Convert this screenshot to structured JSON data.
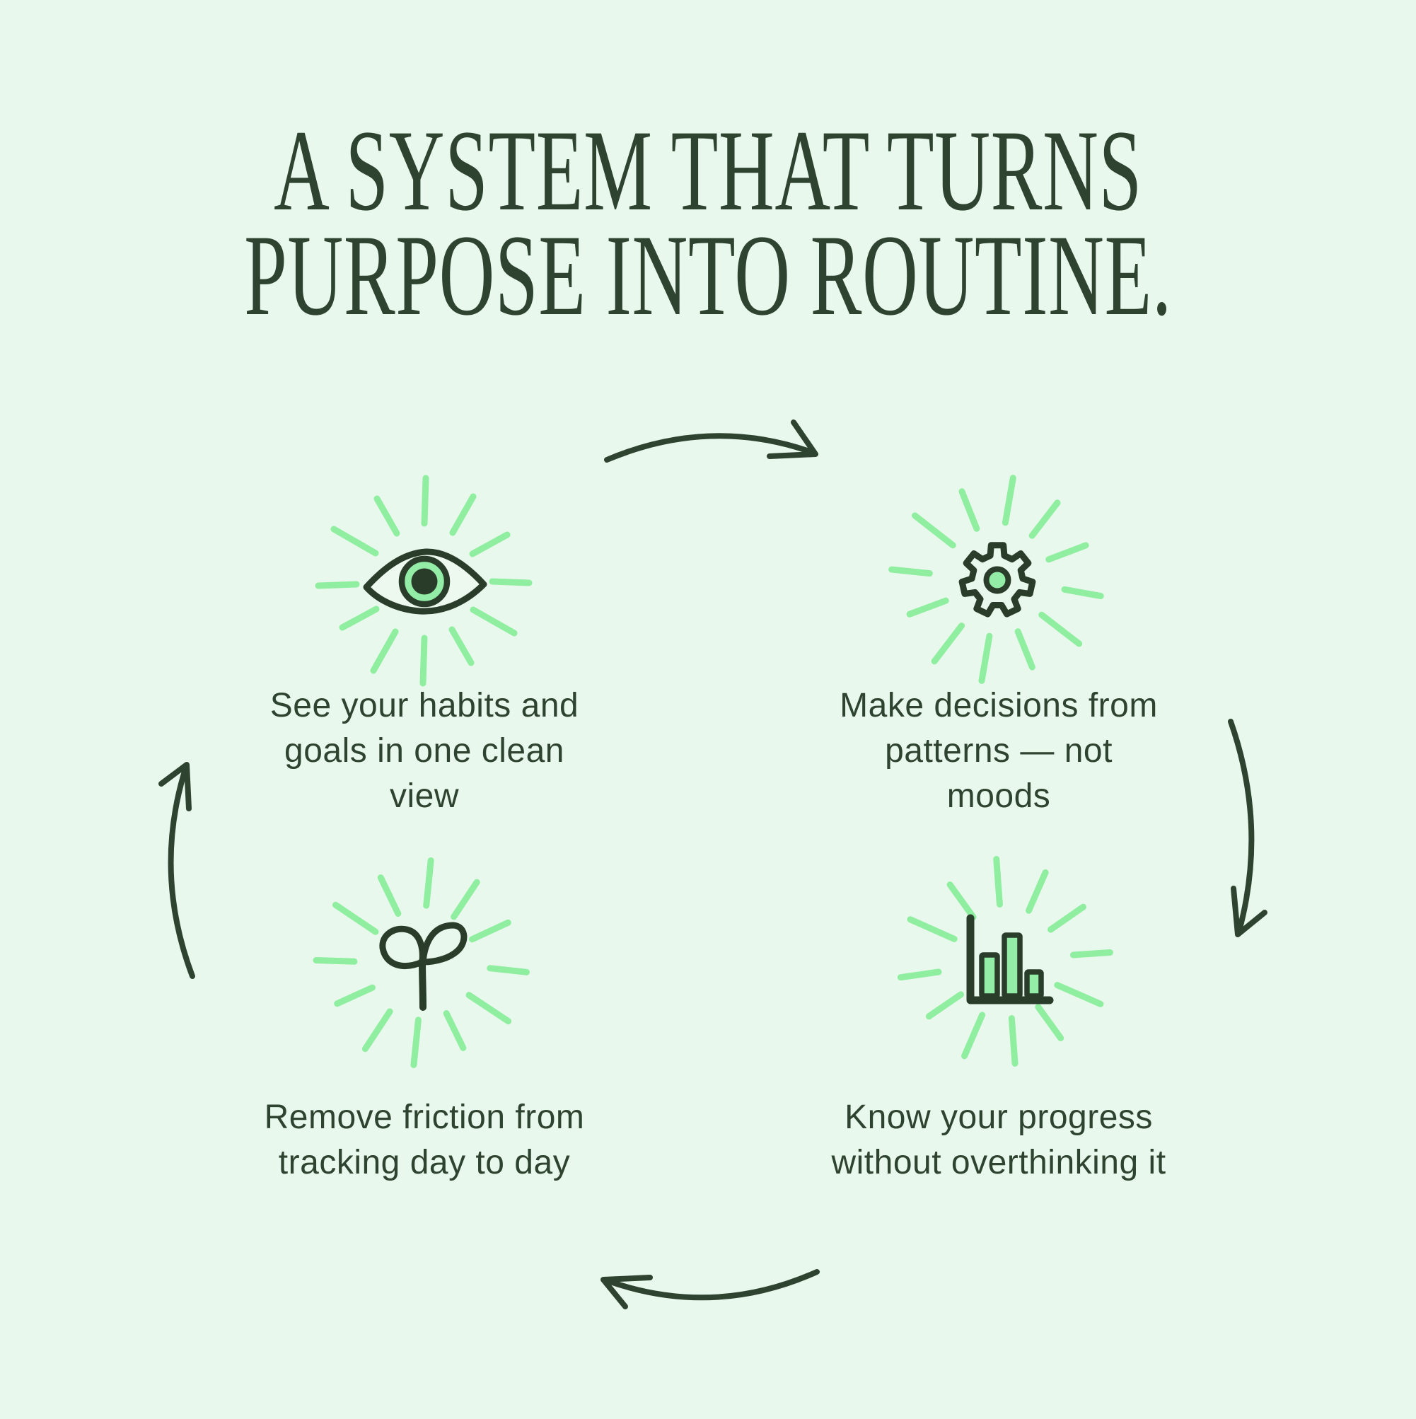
{
  "title": {
    "line1": "A SYSTEM THAT TURNS",
    "line2": "PURPOSE INTO ROUTINE."
  },
  "steps": [
    {
      "id": "see",
      "icon": "eye-icon",
      "lines": {
        "l1": "See your habits and",
        "l2": "goals in one clean",
        "l3": "view"
      }
    },
    {
      "id": "decide",
      "icon": "gear-icon",
      "lines": {
        "l1": "Make decisions from",
        "l2": "patterns — not",
        "l3": "moods"
      }
    },
    {
      "id": "track",
      "icon": "sprout-icon",
      "lines": {
        "l1": "Remove friction from",
        "l2": "tracking day to day"
      }
    },
    {
      "id": "progress",
      "icon": "bar-chart-icon",
      "lines": {
        "l1": "Know your progress",
        "l2": "without overthinking it"
      }
    }
  ],
  "colors": {
    "background": "#e9f8ec",
    "ink_dark_green": "#2e4330",
    "icon_outline": "#2a3d2b",
    "ray_green": "#8fee9f",
    "accent_fill_green": "#93eda6"
  }
}
